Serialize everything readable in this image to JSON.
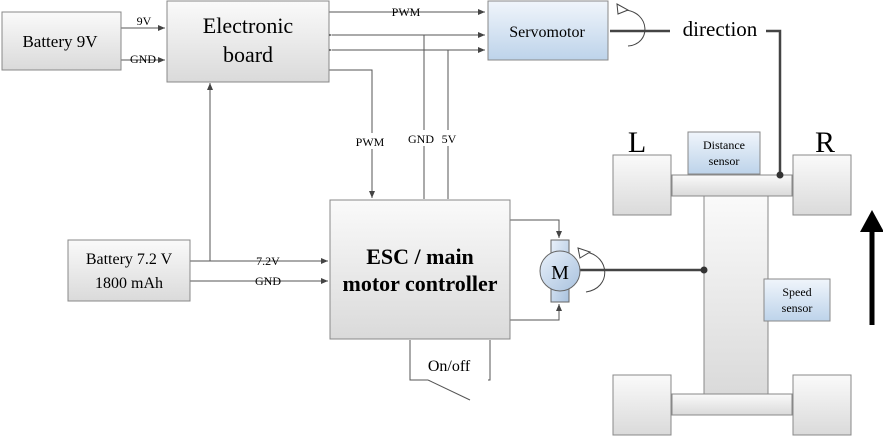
{
  "battery9v": {
    "label": "Battery 9V",
    "v9": "9V",
    "gnd": "GND"
  },
  "board": {
    "line1": "Electronic",
    "line2": "board"
  },
  "servo": {
    "label": "Servomotor",
    "direction": "direction"
  },
  "signals": {
    "pwm_top": "PWM",
    "pwm_mid": "PWM",
    "gnd": "GND",
    "v5": "5V"
  },
  "esc": {
    "line1": "ESC / main",
    "line2": "motor controller",
    "switch": "On/off"
  },
  "battery72": {
    "line1": "Battery 7.2 V",
    "line2": "1800 mAh",
    "v72": "7.2V",
    "gnd": "GND"
  },
  "motor": {
    "label": "M"
  },
  "chassis": {
    "left": "L",
    "right": "R"
  },
  "distance_sensor": {
    "line1": "Distance",
    "line2": "sensor"
  },
  "speed_sensor": {
    "line1": "Speed",
    "line2": "sensor"
  },
  "colors": {
    "box_gradient_top": "#f7f7f7",
    "box_gradient_bottom": "#d8d8d8",
    "sensor_top": "#eef4fb",
    "sensor_bottom": "#bed4ec"
  }
}
